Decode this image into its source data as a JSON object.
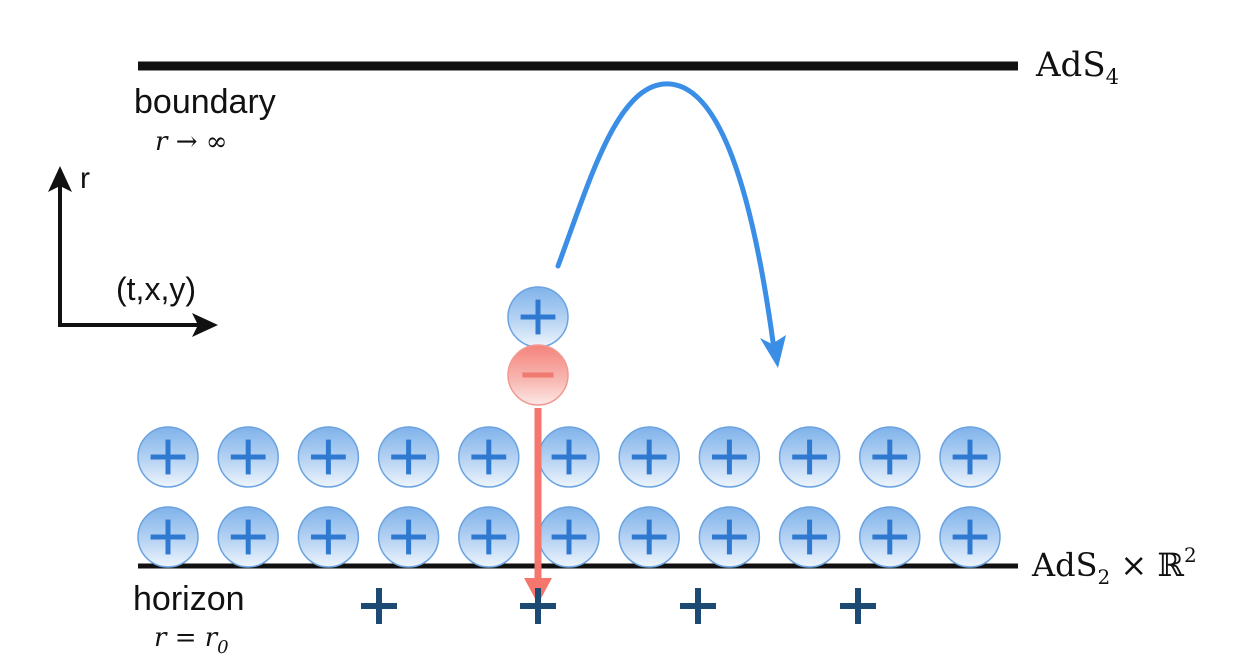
{
  "labels": {
    "top_boundary": "AdS",
    "top_boundary_sub": "4",
    "boundary": "boundary",
    "boundary_limit": "r → ∞",
    "r_axis": "r",
    "t_axis": "(t,x,y)",
    "horizon": "horizon",
    "horizon_eq_lhs": "r = r",
    "horizon_eq_sub": "0",
    "bottom_boundary_pre": "AdS",
    "bottom_boundary_sub": "2",
    "bottom_boundary_times": " × ℝ",
    "bottom_boundary_sup": "2"
  },
  "glyphs": {
    "plus": "+",
    "minus": "−"
  },
  "colors": {
    "line": "#111111",
    "positive_arrow": "#3a8ee6",
    "negative_arrow": "#f5766c",
    "positive_charge": "#2f7ad0",
    "negative_charge": "#f07a70",
    "horizon_plus": "#1d4a72"
  },
  "particles": {
    "upper_row_count": 11,
    "lower_row_count": 11,
    "pair": [
      "positive",
      "negative"
    ],
    "horizon_plus_count": 4
  },
  "icons": [
    "plus-charge-icon",
    "minus-charge-icon",
    "arrow-icon"
  ]
}
